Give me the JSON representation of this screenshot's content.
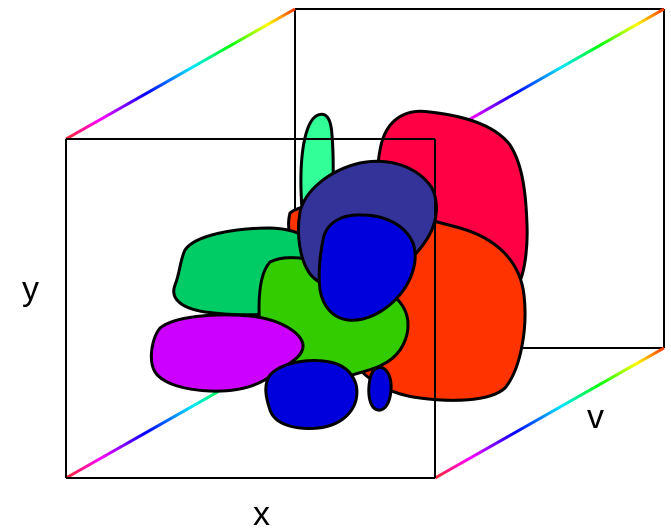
{
  "labels": {
    "x": "x",
    "y": "y",
    "v": "v"
  },
  "colors": {
    "frame": "#000000",
    "depth_gradient": [
      "#ff2a2a",
      "#ff00ff",
      "#0000ff",
      "#00e5ff",
      "#00ff00",
      "#ffff00",
      "#ff3300"
    ],
    "regions": {
      "mint": "#33ff99",
      "crimson": "#ff0044",
      "orange_red": "#ff3300",
      "navy": "#333399",
      "emerald": "#00cc66",
      "grass_green": "#33cc00",
      "blue": "#0000dd",
      "purple": "#cc00ff"
    }
  }
}
